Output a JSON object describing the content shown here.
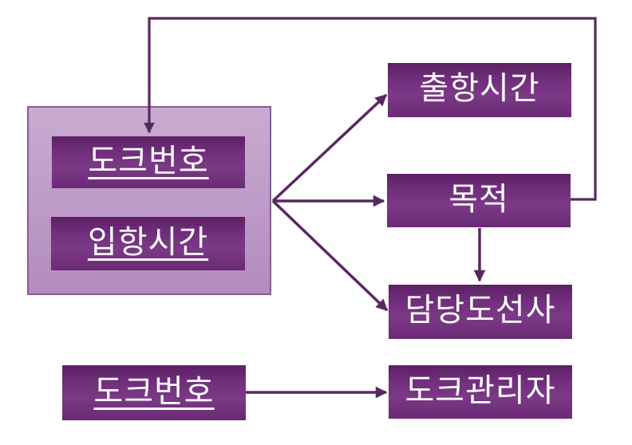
{
  "colors": {
    "background": "#ffffff",
    "node_fill_top": "#5c2064",
    "node_fill_mid": "#7b3986",
    "node_fill_bottom": "#6a2a75",
    "group_fill_top": "#c9abd1",
    "group_fill_bottom": "#b28cbe",
    "group_border": "#8a5b98",
    "arrow": "#582760",
    "text": "#ffffff"
  },
  "nodes": {
    "dock_number_top": {
      "label": "도크번호",
      "underline": true
    },
    "arrival_time": {
      "label": "입항시간",
      "underline": true
    },
    "departure_time": {
      "label": "출항시간",
      "underline": false
    },
    "purpose": {
      "label": "목적",
      "underline": false
    },
    "pilot": {
      "label": "담당도선사",
      "underline": false
    },
    "dock_number_bottom": {
      "label": "도크번호",
      "underline": true
    },
    "dock_manager": {
      "label": "도크관리자",
      "underline": false
    }
  },
  "edges": [
    {
      "from": "dock_number_top_arrival_time_group",
      "to": "departure_time"
    },
    {
      "from": "dock_number_top_arrival_time_group",
      "to": "purpose"
    },
    {
      "from": "dock_number_top_arrival_time_group",
      "to": "pilot"
    },
    {
      "from": "purpose",
      "to": "pilot"
    },
    {
      "from": "purpose",
      "to": "dock_number_top",
      "note": "feedback loop around top"
    },
    {
      "from": "dock_number_bottom",
      "to": "dock_manager"
    }
  ]
}
